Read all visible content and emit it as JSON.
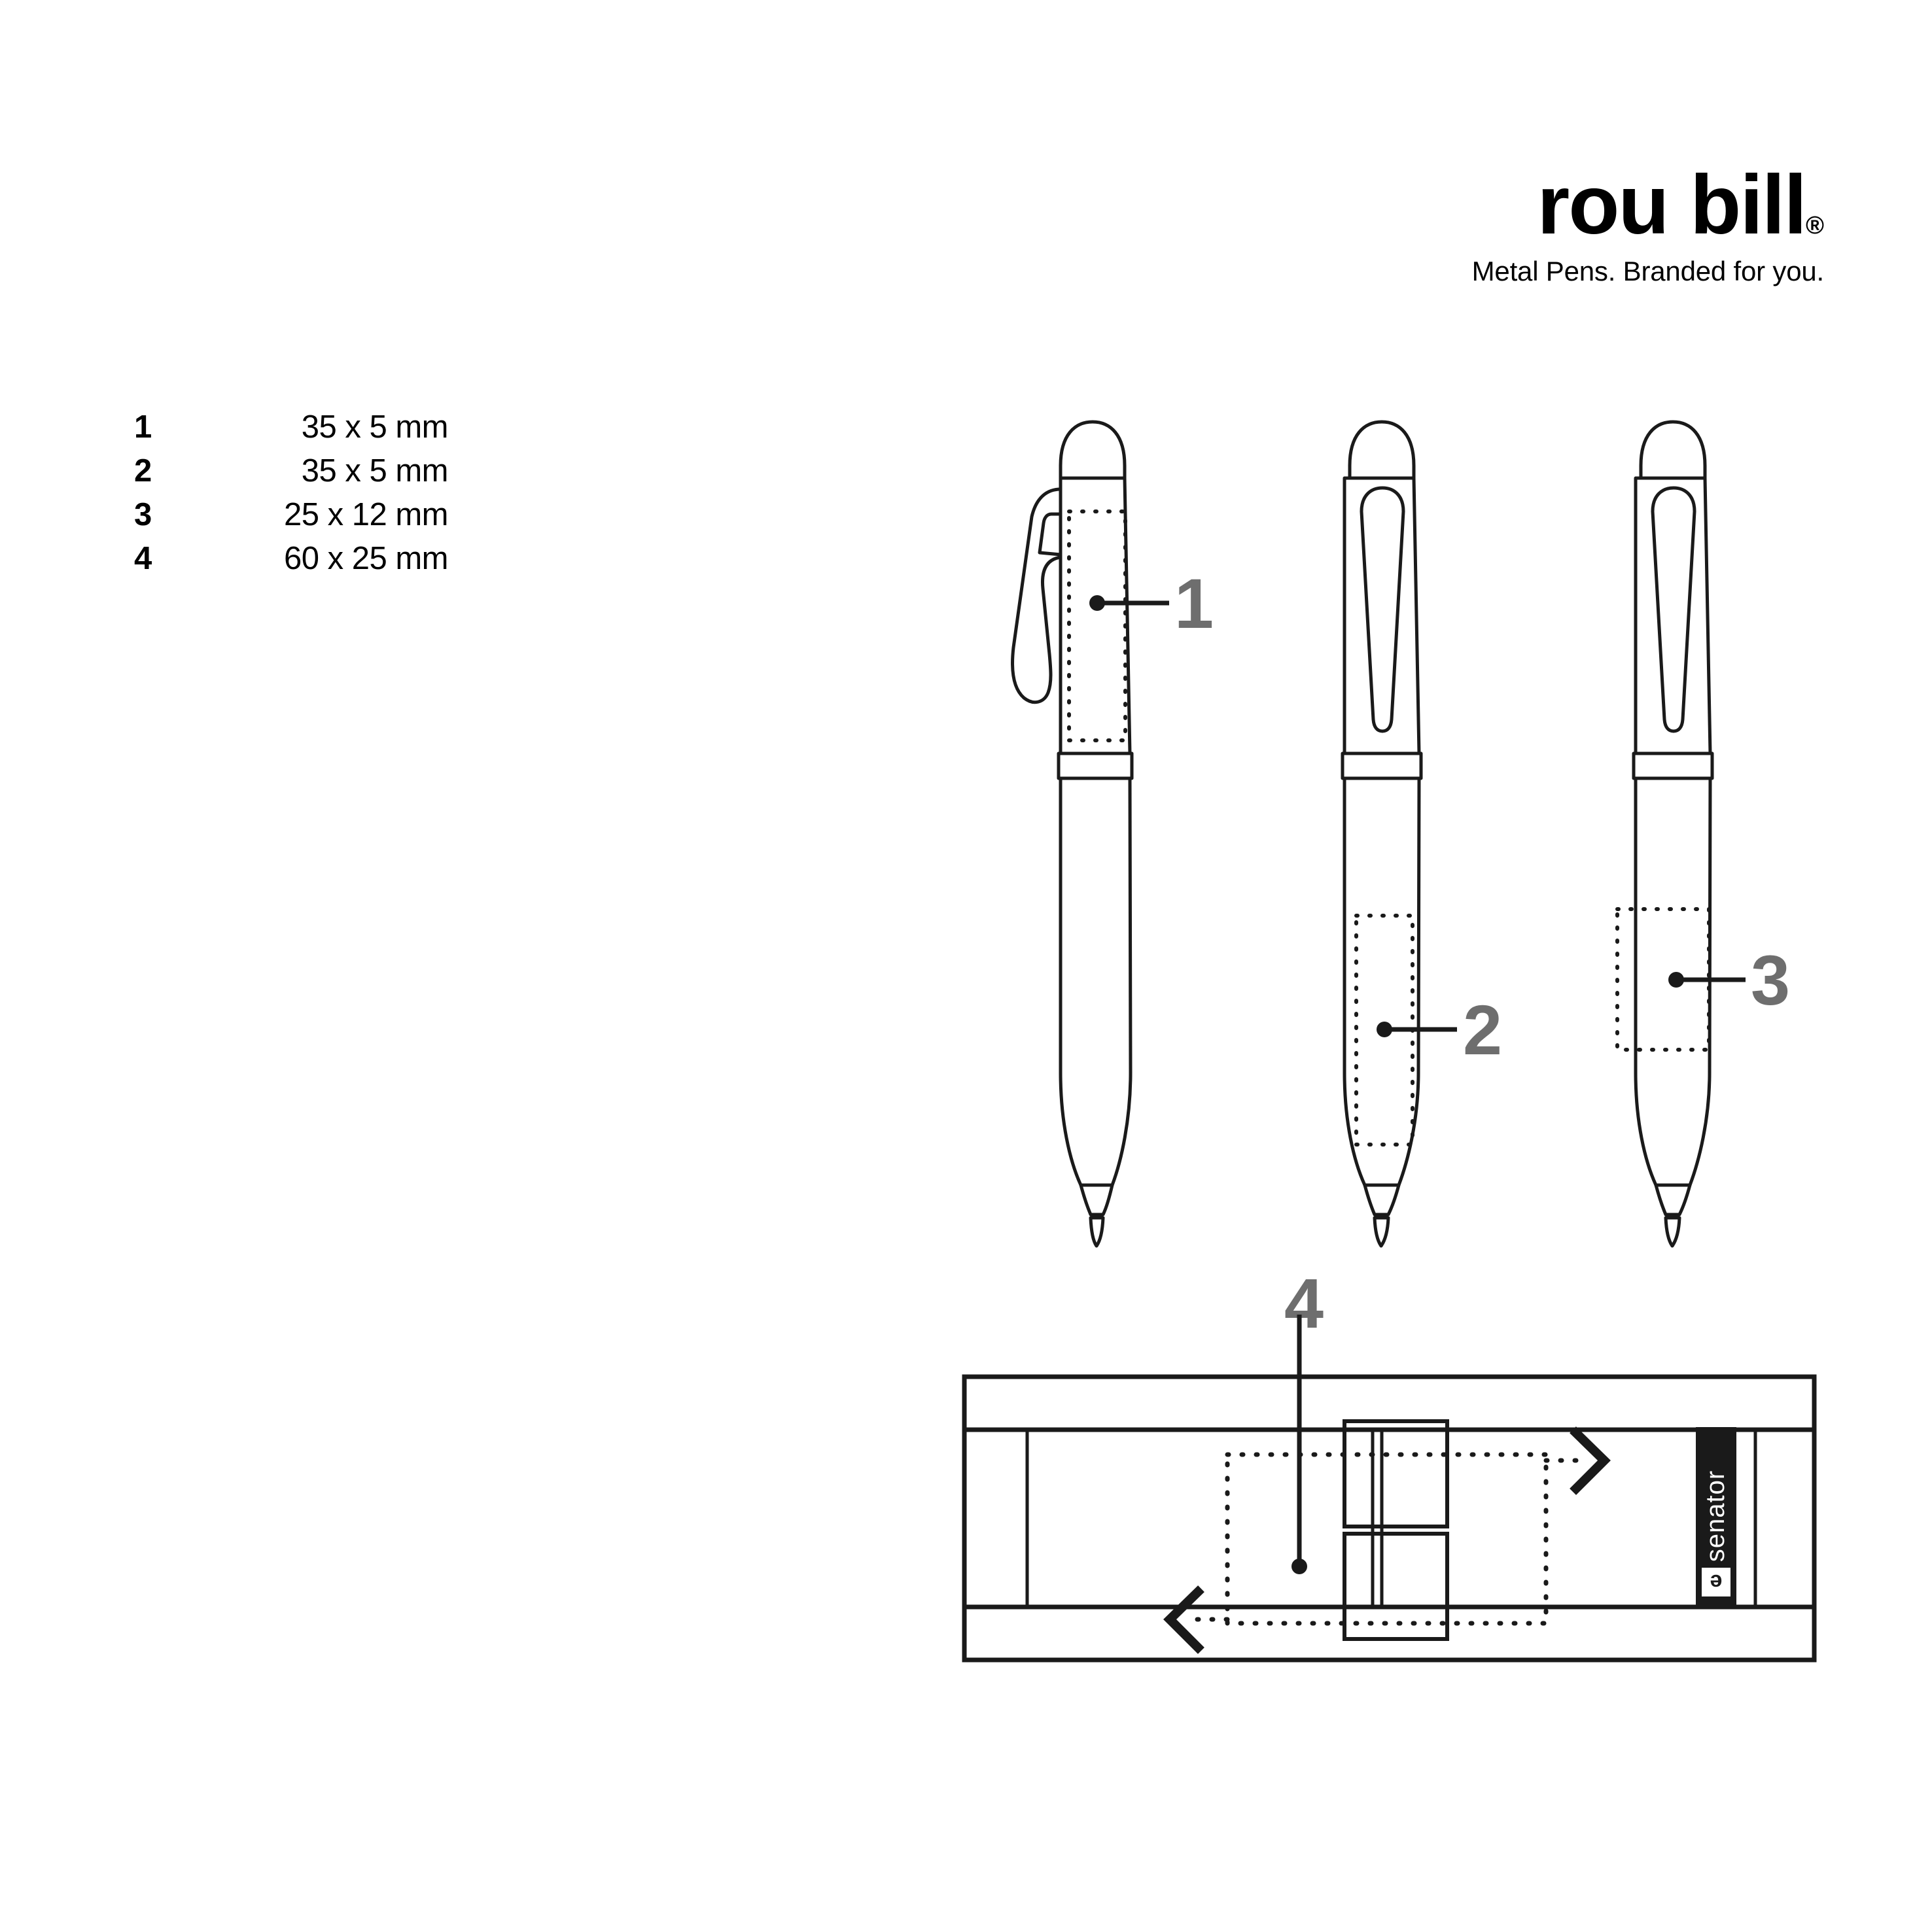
{
  "brand": {
    "wordmark": "rou bill",
    "registered_symbol": "®",
    "tagline": "Metal Pens. Branded for you."
  },
  "legend": {
    "rows": [
      {
        "num": "1",
        "dimension": "35 x 5 mm"
      },
      {
        "num": "2",
        "dimension": "35 x 5 mm"
      },
      {
        "num": "3",
        "dimension": "25 x 12 mm"
      },
      {
        "num": "4",
        "dimension": "60 x 25 mm"
      }
    ]
  },
  "markers": {
    "pen_side_view": "1",
    "pen_front_view_barrel": "2",
    "pen_front_view_grip": "3",
    "gift_box": "4"
  },
  "packaging": {
    "logo_text": "senator",
    "logo_mark": "e"
  },
  "colors": {
    "marker_gray": "#6e6e6e",
    "line_black": "#1a1a1a",
    "text_black": "#000000",
    "badge_black": "#1a1a1a",
    "badge_text": "#ffffff",
    "page_background": "#ffffff"
  }
}
